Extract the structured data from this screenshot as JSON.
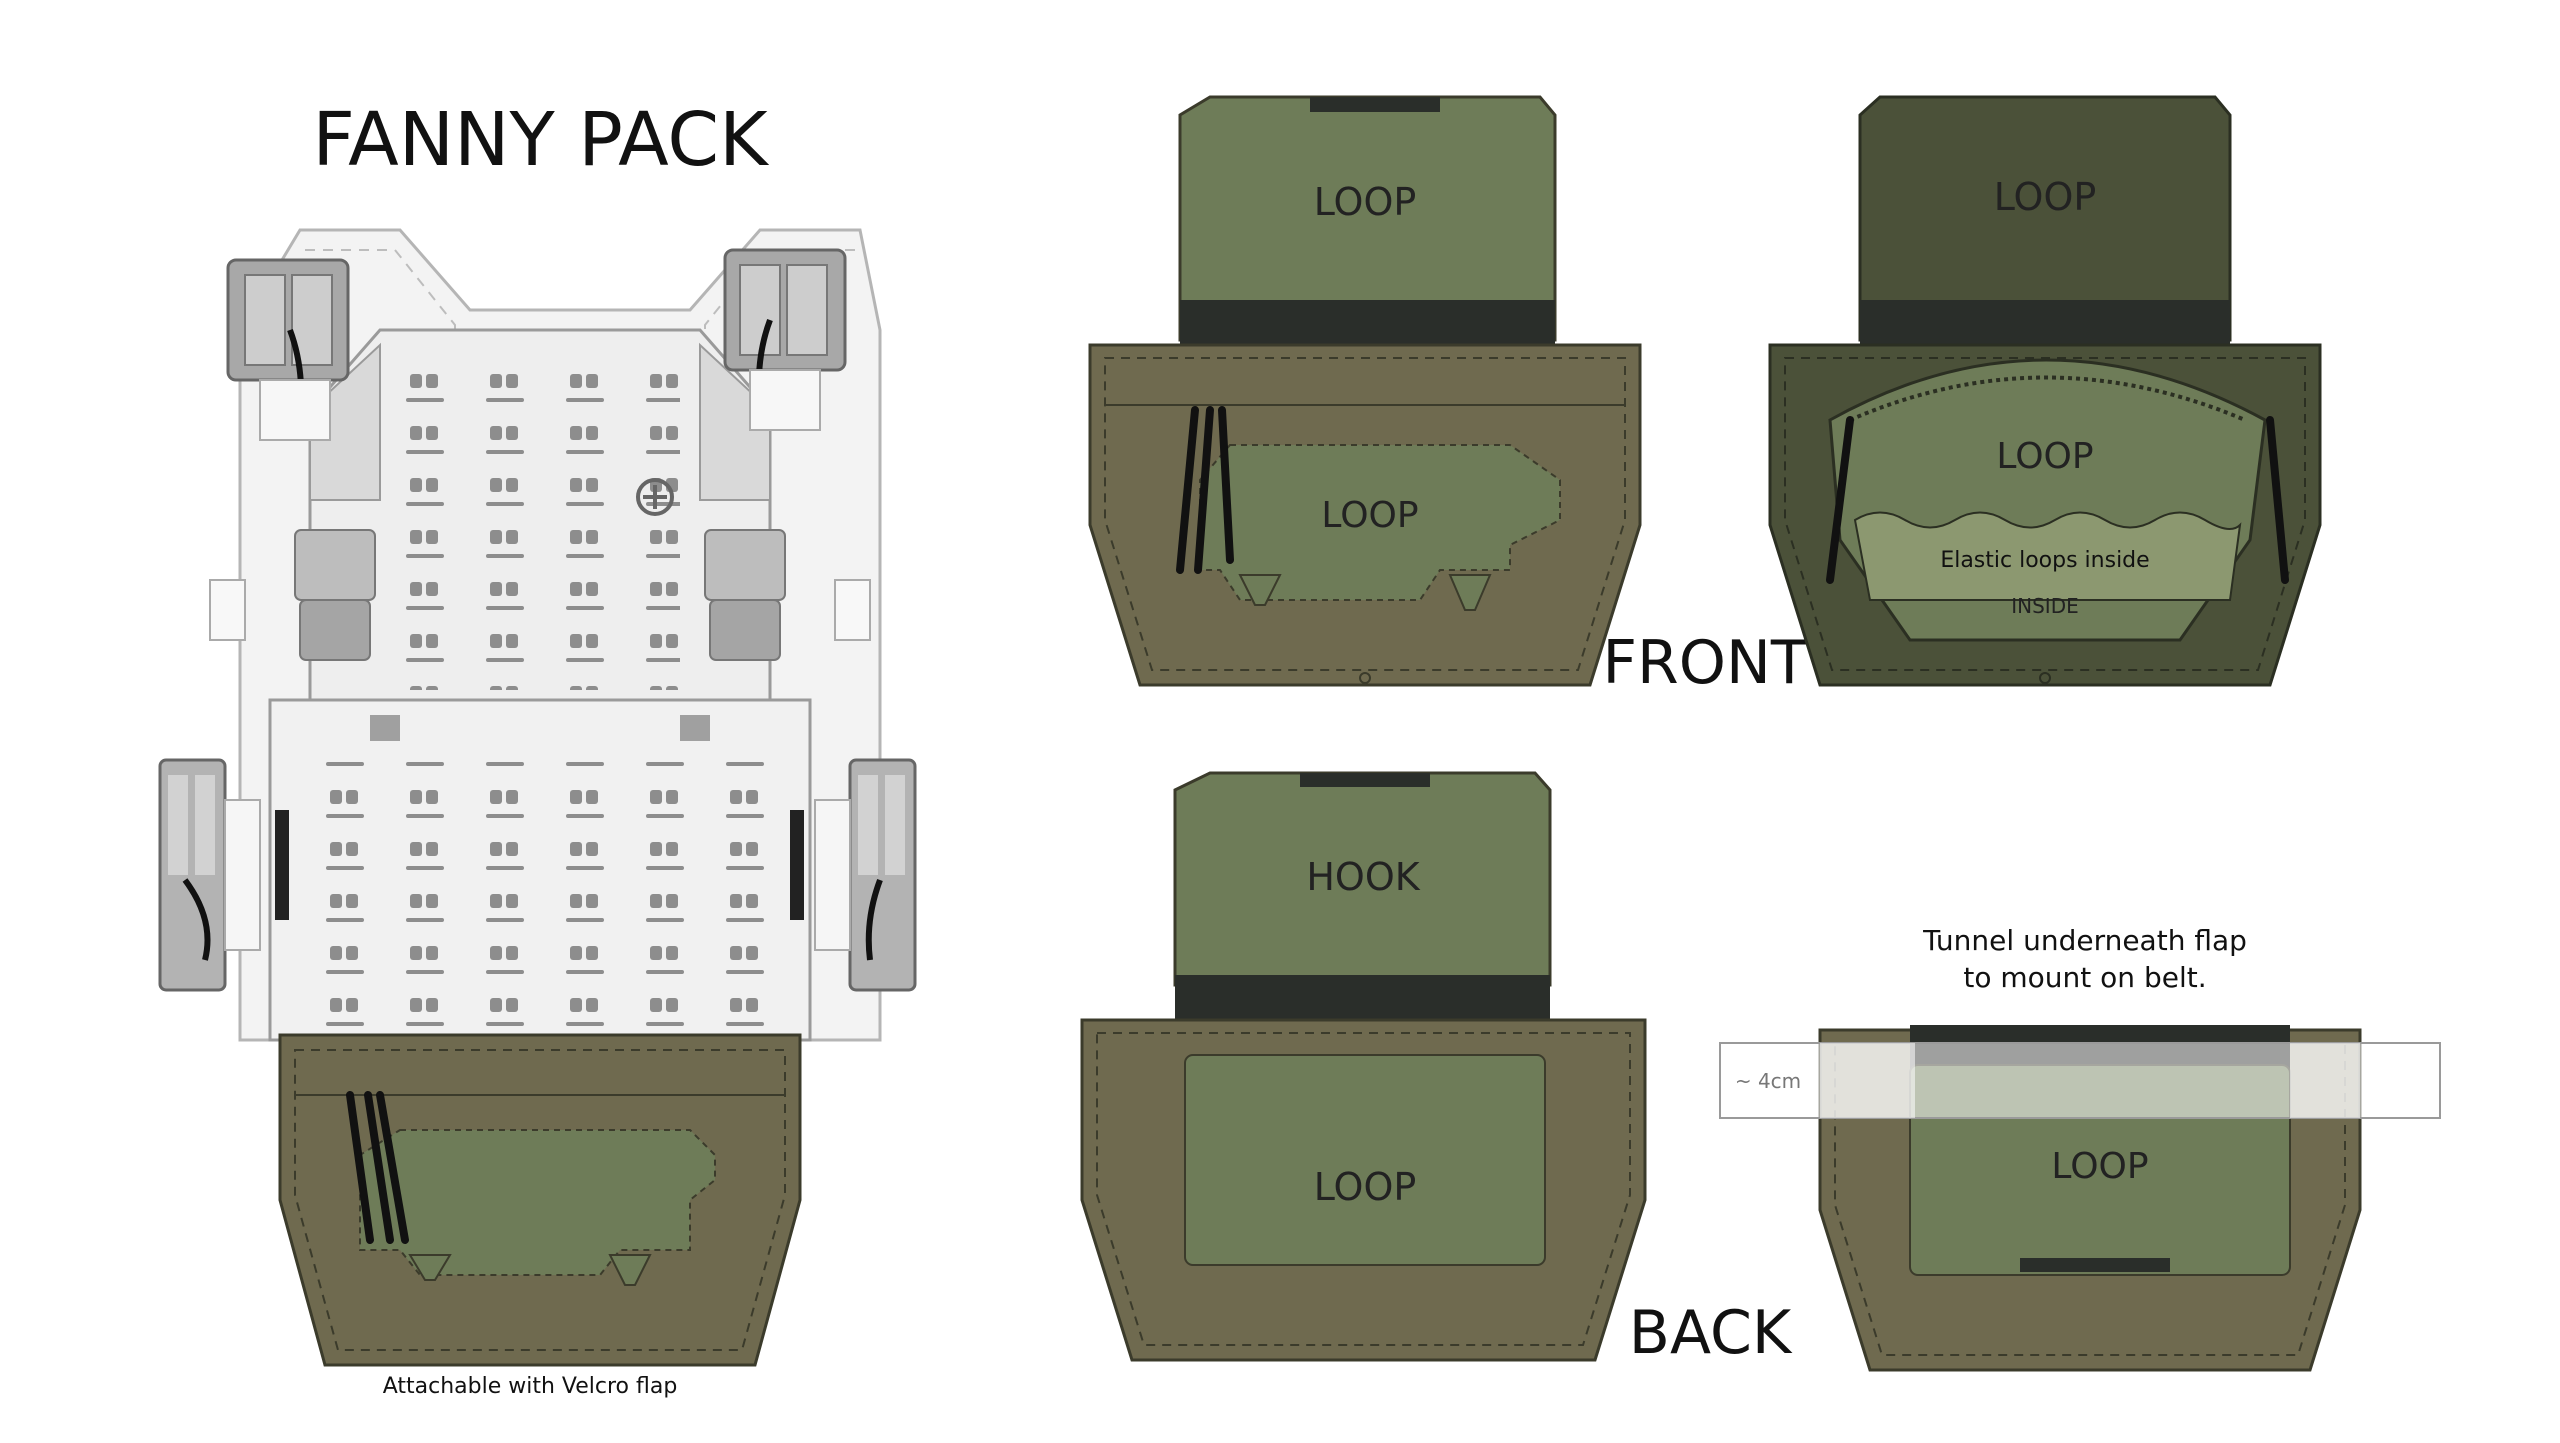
{
  "title": "FANNY PACK",
  "caption_vest": "Attachable with Velcro flap",
  "label_front": "FRONT",
  "label_back": "BACK",
  "front_view": {
    "flap_label": "LOOP",
    "pocket_label": "LOOP"
  },
  "front_open_view": {
    "flap_label": "LOOP",
    "inner_label": "LOOP",
    "elastic_note": "Elastic loops inside",
    "inside_label": "INSIDE"
  },
  "back_view": {
    "flap_label": "HOOK",
    "panel_label": "LOOP"
  },
  "back_tunnel_view": {
    "panel_label": "LOOP",
    "note_line1": "Tunnel underneath flap",
    "note_line2": "to mount on belt.",
    "width_label": "~ 4cm"
  },
  "colors": {
    "olive_light": "#6e7c58",
    "olive_dark": "#4b5139",
    "khaki": "#6f6a4f",
    "band_black": "#2a2e2a",
    "vest_gray": "#e9e9e9"
  }
}
